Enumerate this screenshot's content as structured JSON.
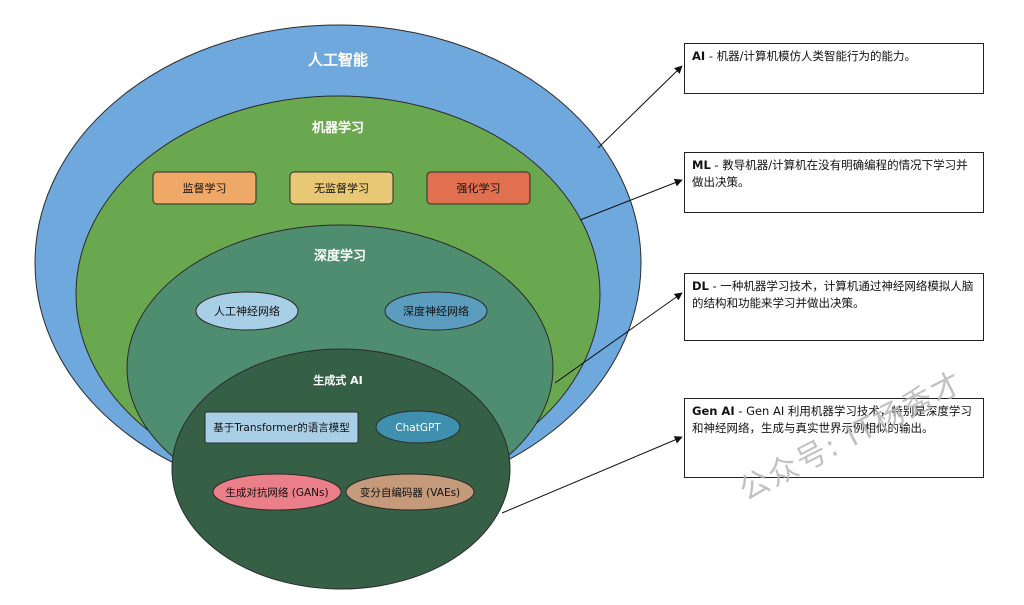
{
  "diagram": {
    "colors": {
      "ai": "#6fa8dc",
      "ml": "#6aa84f",
      "dl": "#4e8d6f",
      "genai": "#356046",
      "stroke": "#2b2b2b",
      "supervised": "#f0a868",
      "unsupervised": "#e8c875",
      "reinforcement": "#e07050",
      "ann": "#a9cfe6",
      "dnn": "#5b9cbf",
      "transformer": "#a9cfe6",
      "chatgpt": "#3f8fae",
      "gans": "#ea7f8a",
      "vaes": "#c49a7a"
    },
    "ai": {
      "title": "人工智能"
    },
    "ml": {
      "title": "机器学习",
      "items": [
        "监督学习",
        "无监督学习",
        "强化学习"
      ]
    },
    "dl": {
      "title": "深度学习",
      "items": [
        "人工神经网络",
        "深度神经网络"
      ]
    },
    "genai": {
      "title": "生成式 AI",
      "transformer": "基于Transformer的语言模型",
      "chatgpt": "ChatGPT",
      "gans": "生成对抗网络 (GANs)",
      "vaes": "变分自编码器 (VAEs)"
    }
  },
  "notes": [
    {
      "term": "AI",
      "text": " - 机器/计算机模仿人类智能行为的能力。"
    },
    {
      "term": "ML",
      "text": " - 教导机器/计算机在没有明确编程的情况下学习并做出决策。"
    },
    {
      "term": "DL",
      "text": " - 一种机器学习技术，计算机通过神经网络模拟人脑的结构和功能来学习并做出决策。"
    },
    {
      "term": "Gen AI",
      "text": " - Gen AI 利用机器学习技术，特别是深度学习和神经网络，生成与真实世界示例相似的输出。"
    }
  ],
  "watermark": "公众号: IT杨秀才"
}
